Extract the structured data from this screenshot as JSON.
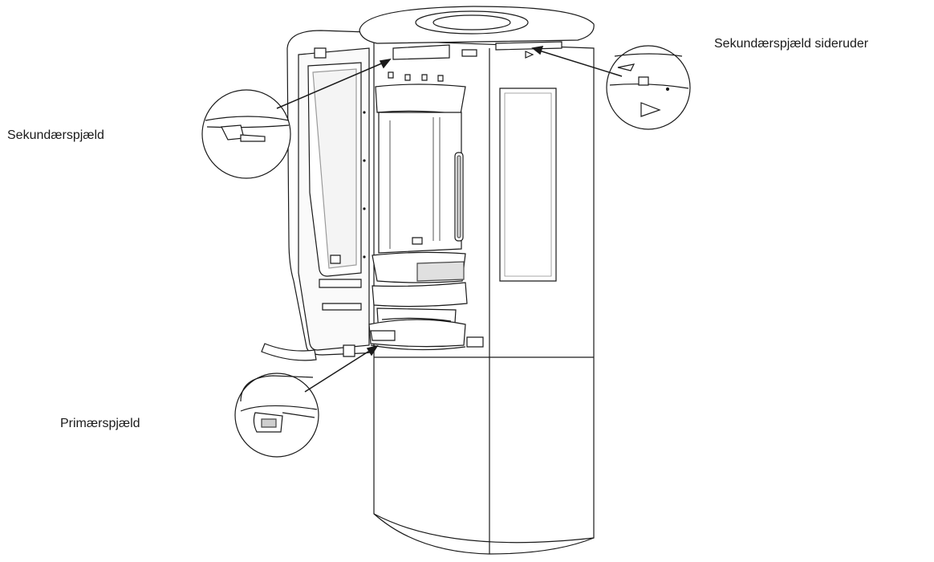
{
  "labels": {
    "sekundaerspjaeld": "Sekundærspjæld",
    "sekundaerspjaeld_sideruder": "Sekundærspjæld sideruder",
    "primaerspjaeld": "Primærspjæld"
  },
  "colors": {
    "line": "#1a1a1a",
    "fill": "#ffffff",
    "shade": "#d9d9d9",
    "dark": "#6e6e6e"
  }
}
